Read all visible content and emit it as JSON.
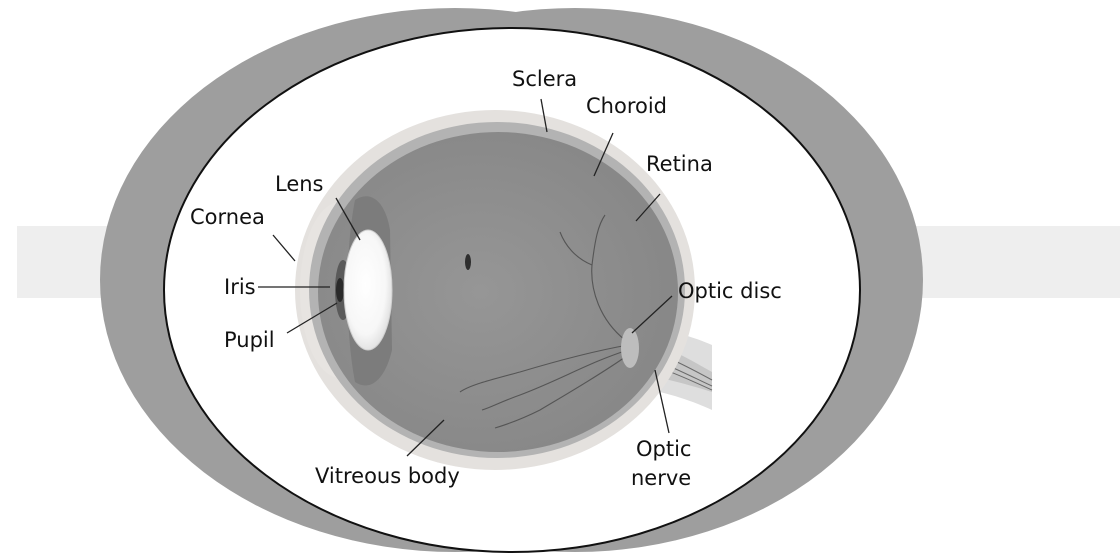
{
  "diagram": {
    "labels": {
      "sclera": "Sclera",
      "choroid": "Choroid",
      "retina": "Retina",
      "lens": "Lens",
      "cornea": "Cornea",
      "iris": "Iris",
      "pupil": "Pupil",
      "optic_disc": "Optic disc",
      "optic_nerve_line1": "Optic",
      "optic_nerve_line2": "nerve",
      "vitreous_body": "Vitreous body"
    }
  },
  "colors": {
    "background": "#ffffff",
    "band": "#eeeeee",
    "crescent": "#9e9e9e",
    "sclera": "#e4e1de",
    "choroid": "#b5b5b5",
    "vitreous": "#8f8f8f",
    "lens": "#fafafa",
    "leader": "#222222"
  }
}
